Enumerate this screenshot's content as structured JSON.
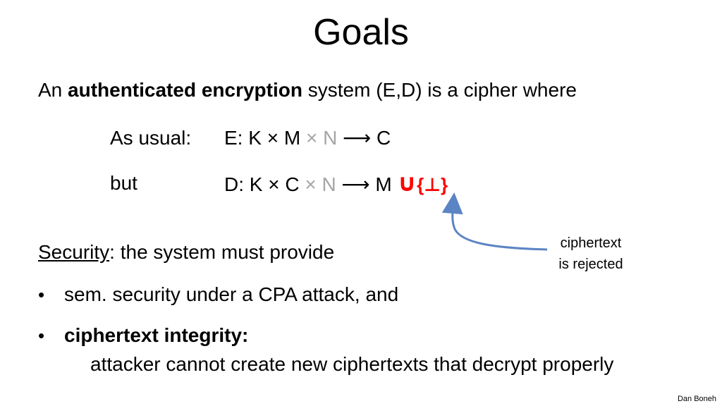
{
  "title": "Goals",
  "intro": {
    "prefix": "An ",
    "bold": "authenticated encryption",
    "suffix": " system (E,D) is a cipher where"
  },
  "rows": {
    "usual": {
      "label": "As usual:",
      "head": "E:  K × M ",
      "gray": "× N",
      "tail": " ⟶ C"
    },
    "but": {
      "label": "but",
      "head": "D:  K × C ",
      "gray": "× N",
      "tail": " ⟶  M ",
      "union": "∪",
      "bottom": "{⊥}"
    }
  },
  "security": {
    "word": "Security",
    "rest": ":   the system must provide"
  },
  "bullets": {
    "dot": "•",
    "item1": "sem. security under a CPA attack,  and",
    "item2": "ciphertext integrity:",
    "item2_desc": "attacker cannot create new ciphertexts that decrypt properly"
  },
  "annotation": {
    "line1": "ciphertext",
    "line2": "is rejected"
  },
  "author": "Dan Boneh",
  "colors": {
    "gray": "#a6a6a6",
    "red": "#ff0000",
    "arrow": "#5b84c4"
  }
}
